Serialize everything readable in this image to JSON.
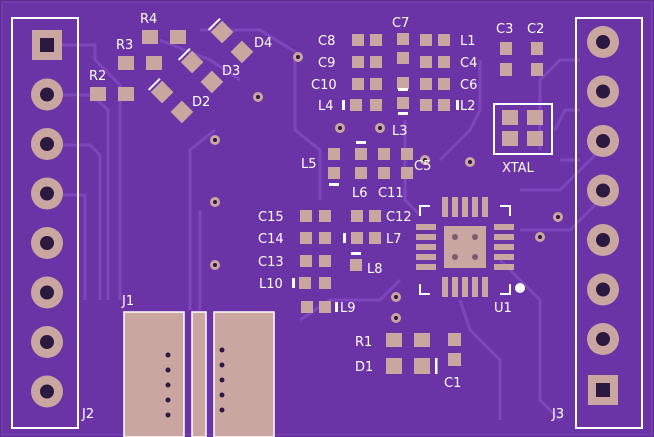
{
  "colors": {
    "board": "#6a34a6",
    "board_dark": "#4f2586",
    "trace": "#7a44b8",
    "pad": "#c9a7a0",
    "pad_dark": "#7c5a70",
    "silk": "#ffffff",
    "drill": "#2a1a40"
  },
  "connectors": {
    "j1": "J1",
    "j2": "J2",
    "j3": "J3"
  },
  "labels": {
    "r4": "R4",
    "r3": "R3",
    "r2": "R2",
    "r1": "R1",
    "d4": "D4",
    "d3": "D3",
    "d2": "D2",
    "d1": "D1",
    "c1": "C1",
    "c2": "C2",
    "c3": "C3",
    "c4": "C4",
    "c5": "C5",
    "c6": "C6",
    "c7": "C7",
    "c8": "C8",
    "c9": "C9",
    "c10": "C10",
    "c11": "C11",
    "c12": "C12",
    "c13": "C13",
    "c14": "C14",
    "c15": "C15",
    "l1": "L1",
    "l2": "L2",
    "l3": "L3",
    "l4": "L4",
    "l5": "L5",
    "l6": "L6",
    "l7": "L7",
    "l8": "L8",
    "l9": "L9",
    "l10": "L10",
    "u1": "U1",
    "xtal": "XTAL"
  }
}
